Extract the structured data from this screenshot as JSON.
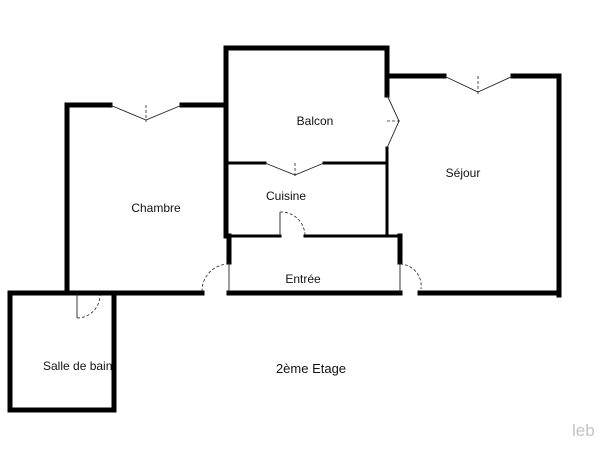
{
  "plan": {
    "floor_label": "2ème Etage",
    "rooms": {
      "balcon": "Balcon",
      "sejour": "Séjour",
      "chambre": "Chambre",
      "cuisine": "Cuisine",
      "entree": "Entrée",
      "salle_de_bain": "Salle de bain"
    },
    "watermark": "leb"
  },
  "colors": {
    "wall": "#000000",
    "background": "#ffffff",
    "watermark": "#c4c4c4"
  }
}
